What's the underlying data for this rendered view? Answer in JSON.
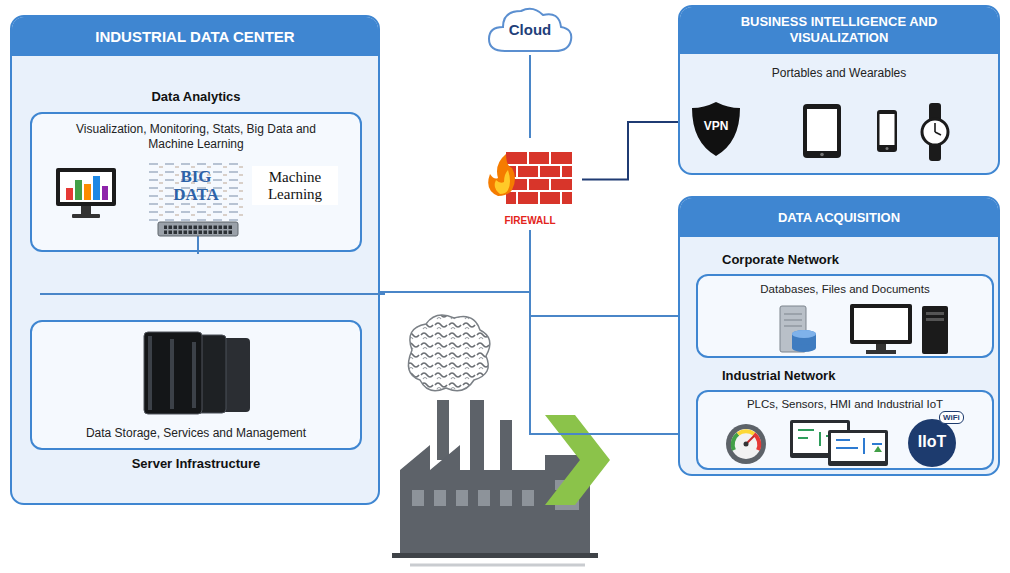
{
  "diagram": {
    "nodes": [
      {
        "text": [
          "INDUSTRIAL DATA CENTER"
        ]
      },
      {
        "text": [
          "Data Analytics",
          "Visualization, Monitoring, Stats, Big Data and Machine Learning"
        ],
        "in": 0
      },
      {
        "text": [
          "Data Storage, Services and Management",
          "Server Infrastructure"
        ],
        "in": 0
      },
      {
        "text": [
          "Cloud"
        ]
      },
      {
        "text": [
          "BUSINESS INTELLIGENCE AND VISUALIZATION",
          "Portables and Wearables"
        ]
      },
      {
        "text": [
          "VPN"
        ],
        "in": 4
      },
      {
        "text": [
          "FIREWALL"
        ]
      },
      {
        "text": [
          "DATA ACQUISITION"
        ]
      },
      {
        "text": [
          "Corporate Network",
          "Databases, Files and Documents"
        ],
        "in": 7
      },
      {
        "text": [
          "Industrial Network",
          "PLCs, Sensors, HMI and Industrial IoT"
        ],
        "in": 7
      },
      {
        "text": [
          "IIoT"
        ],
        "in": 9
      }
    ],
    "edges": [
      {
        "from": 3,
        "to": 6,
        "arrow": "none"
      },
      {
        "from": 6,
        "to": 5,
        "arrow": "none"
      },
      {
        "from": 1,
        "to": 2,
        "arrow": "none"
      },
      {
        "from": 6,
        "to": 0,
        "arrow": "none"
      },
      {
        "from": 6,
        "to": 8,
        "arrow": "none"
      },
      {
        "from": 6,
        "to": 9,
        "arrow": "none"
      }
    ],
    "labels": [
      "BIG DATA",
      "Machine Learning",
      "WiFi"
    ]
  }
}
